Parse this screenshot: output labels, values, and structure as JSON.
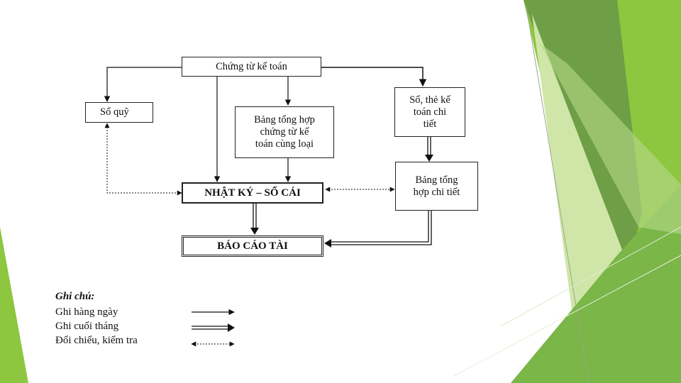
{
  "slide": {
    "accent_colors": [
      "#8dc63f",
      "#6aa632",
      "#cfe6a8",
      "#4f8a2a"
    ]
  },
  "diagram": {
    "nodes": {
      "chung_tu": "Chứng từ kế toán",
      "so_quy": "Sổ quỹ",
      "bang_tong_hop_chung_tu": "Bảng tổng hợp\nchứng từ kế\ntoán cùng loại",
      "so_the_chi_tiet": "Sổ, thẻ kế\ntoán chi\ntiết",
      "bang_tong_hop_chi_tiet": "Bảng tổng\nhợp chi tiết",
      "nhat_ky_so_cai": "NHẬT KÝ – SỔ CÁI",
      "bao_cao": "BÁO CÁO TÀI"
    },
    "legend": {
      "title": "Ghi chú:",
      "items": [
        {
          "label": "Ghi hàng ngày",
          "style": "single"
        },
        {
          "label": "Ghi cuối tháng",
          "style": "double"
        },
        {
          "label": "Đối chiếu, kiểm tra",
          "style": "dotted"
        }
      ]
    }
  }
}
